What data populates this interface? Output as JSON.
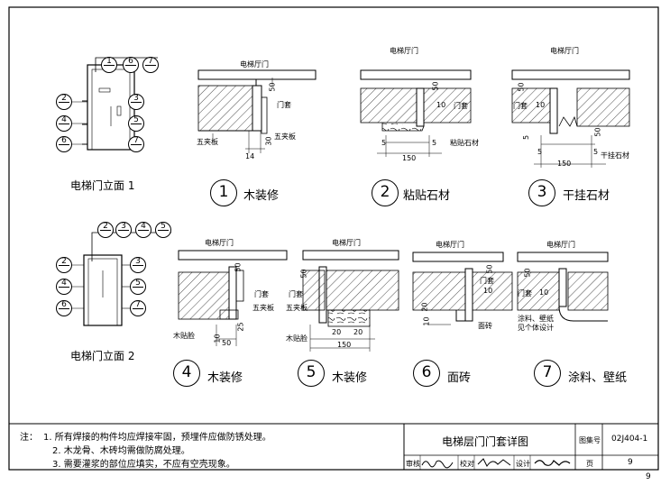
{
  "elevation_1": {
    "title": "电梯门立面 1",
    "top_markers": [
      "1",
      "6",
      "7"
    ],
    "left_markers": [
      "2",
      "4",
      "6"
    ],
    "right_markers": [
      "3",
      "5",
      "7"
    ]
  },
  "elevation_2": {
    "title": "电梯门立面 2",
    "top_markers": [
      "2",
      "3",
      "4",
      "5"
    ],
    "left_markers": [
      "2",
      "4",
      "6"
    ],
    "right_markers": [
      "3",
      "5",
      "7"
    ]
  },
  "details": [
    {
      "num": "1",
      "title": "木装修",
      "labels": [
        "电梯厅门",
        "50",
        "门套",
        "五夹板",
        "五夹板",
        "30",
        "14"
      ]
    },
    {
      "num": "2",
      "title": "粘贴石材",
      "labels": [
        "电梯厅门",
        "50",
        "门套",
        "10",
        "5",
        "5",
        "粘贴石材",
        "150"
      ]
    },
    {
      "num": "3",
      "title": "干挂石材",
      "labels": [
        "电梯厅门",
        "50",
        "门套",
        "10",
        "5",
        "50",
        "5",
        "5",
        "干挂石材",
        "150"
      ]
    },
    {
      "num": "4",
      "title": "木装修",
      "labels": [
        "电梯厅门",
        "50",
        "门套",
        "五夹板",
        "25",
        "木贴脸",
        "50",
        "10"
      ]
    },
    {
      "num": "5",
      "title": "木装修",
      "labels": [
        "电梯厅门",
        "50",
        "门套",
        "五夹板",
        "木贴脸",
        "20",
        "20",
        "150"
      ]
    },
    {
      "num": "6",
      "title": "面砖",
      "labels": [
        "电梯厅门",
        "50",
        "门套",
        "10",
        "20",
        "10",
        "面砖"
      ]
    },
    {
      "num": "7",
      "title": "涂料、壁纸",
      "labels": [
        "电梯厅门",
        "50",
        "门套",
        "10",
        "涂料、壁纸",
        "见个体设计"
      ]
    }
  ],
  "notes": {
    "prefix": "注：",
    "items": [
      "1. 所有焊接的构件均应焊接牢固，预埋件应做防锈处理。",
      "2. 木龙骨、木砖均需做防腐处理。",
      "3. 需要灌浆的部位应填实，不应有空壳现象。"
    ]
  },
  "title_block": {
    "drawing_title": "电梯层门门套详图",
    "atlas_label": "图集号",
    "atlas_no": "02J404-1",
    "review_label": "审核",
    "check_label": "校对",
    "design_label": "设计",
    "page_label": "页",
    "page_no": "9"
  },
  "page_number": "9"
}
